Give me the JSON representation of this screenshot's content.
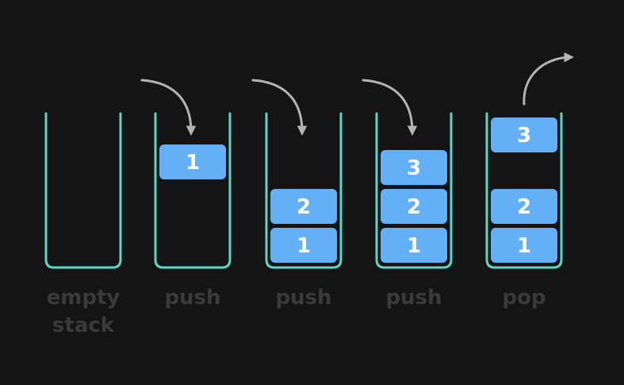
{
  "colors": {
    "background": "#141414",
    "container_stroke": "#5ed6c4",
    "block_fill": "#64b0f7",
    "block_text": "#ffffff",
    "arrow": "#b3b3b3",
    "caption": "#3a3a3a"
  },
  "icons": {
    "push_arrow": "curved-arrow-down-icon",
    "pop_arrow": "curved-arrow-up-right-icon"
  },
  "stacks": [
    {
      "id": "empty",
      "caption_lines": [
        "empty",
        "stack"
      ],
      "arrow": "none",
      "blocks": []
    },
    {
      "id": "push-1",
      "caption_lines": [
        "push"
      ],
      "arrow": "push",
      "blocks": [
        "1"
      ]
    },
    {
      "id": "push-2",
      "caption_lines": [
        "push"
      ],
      "arrow": "push",
      "blocks": [
        "1",
        "2"
      ]
    },
    {
      "id": "push-3",
      "caption_lines": [
        "push"
      ],
      "arrow": "push",
      "blocks": [
        "1",
        "2",
        "3"
      ]
    },
    {
      "id": "pop",
      "caption_lines": [
        "pop"
      ],
      "arrow": "pop",
      "blocks": [
        "1",
        "2",
        "3"
      ]
    }
  ]
}
